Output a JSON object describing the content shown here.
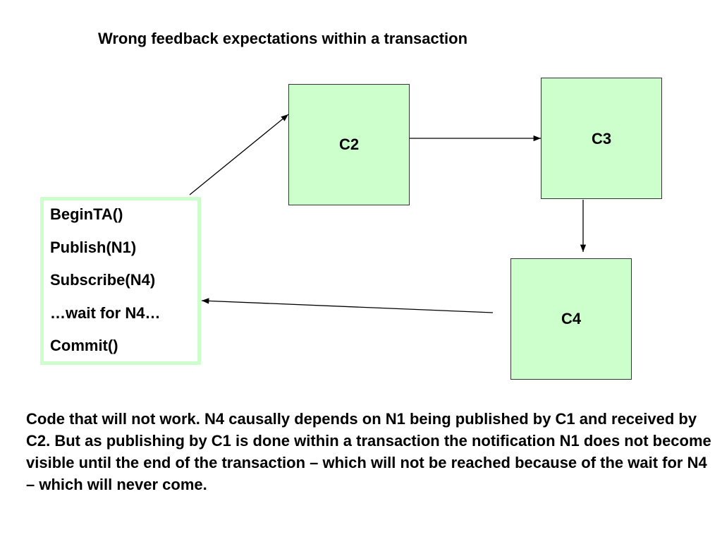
{
  "title": "Wrong feedback expectations within a transaction",
  "nodes": {
    "c2": "C2",
    "c3": "C3",
    "c4": "C4"
  },
  "code_block": {
    "lines": [
      "BeginTA()",
      "Publish(N1)",
      "Subscribe(N4)",
      "…wait for N4…",
      "Commit()"
    ]
  },
  "description": "Code that will not work. N4 causally depends on N1 being published by C1 and received by C2. But as publishing by C1 is done within a transaction the notification N1 does not become visible until the end of the transaction – which will not be reached because of the wait for N4 – which will never come.",
  "colors": {
    "node_fill": "#ccffcc",
    "node_border": "#333333",
    "arrow": "#000000"
  }
}
